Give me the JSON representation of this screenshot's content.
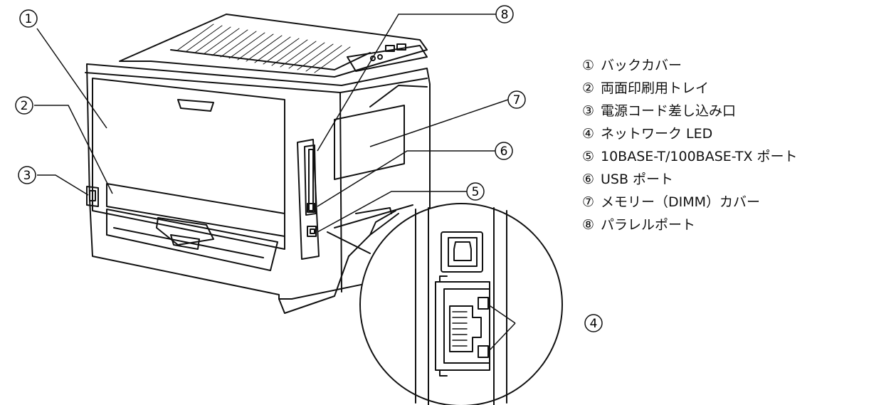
{
  "legend": [
    {
      "num": "①",
      "label": "バックカバー"
    },
    {
      "num": "②",
      "label": "両面印刷用トレイ"
    },
    {
      "num": "③",
      "label": "電源コード差し込み口"
    },
    {
      "num": "④",
      "label": "ネットワーク LED"
    },
    {
      "num": "⑤",
      "label": "10BASE-T/100BASE-TX ポート"
    },
    {
      "num": "⑥",
      "label": "USB ポート"
    },
    {
      "num": "⑦",
      "label": "メモリー（DIMM）カバー"
    },
    {
      "num": "⑧",
      "label": "パラレルポート"
    }
  ],
  "callouts": {
    "c1": "1",
    "c2": "2",
    "c3": "3",
    "c4": "4",
    "c5": "5",
    "c6": "6",
    "c7": "7",
    "c8": "8"
  }
}
